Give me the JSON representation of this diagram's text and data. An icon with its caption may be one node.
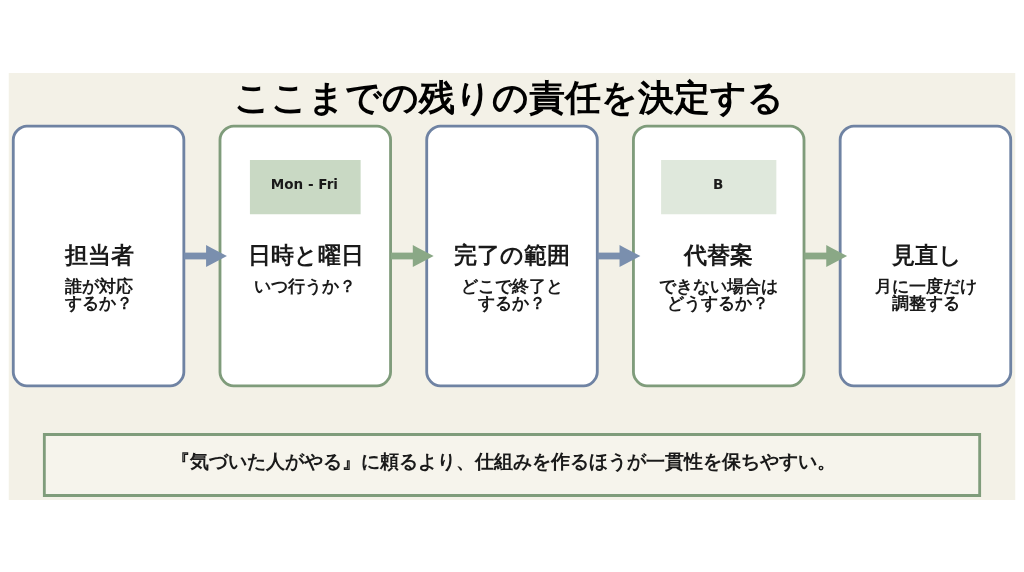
{
  "diagram": {
    "title": "ここまでの残りの責任を決定する",
    "nodes": [
      {
        "text": [
          "担当者",
          "誰が対応するか？"
        ]
      },
      {
        "text": [
          "Mon - Fri",
          "日時と曜日",
          "いつ行うか？"
        ]
      },
      {
        "text": [
          "完了の範囲",
          "どこで終了とするか？"
        ]
      },
      {
        "text": [
          "B",
          "代替案",
          "できない場合はどうするか？"
        ]
      },
      {
        "text": [
          "見直し",
          "月に一度だけ調整する"
        ]
      },
      {
        "text": [
          "『気づいた人がやる』に頼るより、仕組みを作るほうが一貫性を保ちやすい。"
        ]
      }
    ],
    "edges": [
      {
        "from": 0,
        "to": 1,
        "arrow": "to",
        "color": "#7a8fae"
      },
      {
        "from": 1,
        "to": 2,
        "arrow": "to",
        "color": "#8aa886"
      },
      {
        "from": 2,
        "to": 3,
        "arrow": "to",
        "color": "#7a8fae"
      },
      {
        "from": 3,
        "to": 4,
        "arrow": "to",
        "color": "#8aa886"
      }
    ]
  }
}
